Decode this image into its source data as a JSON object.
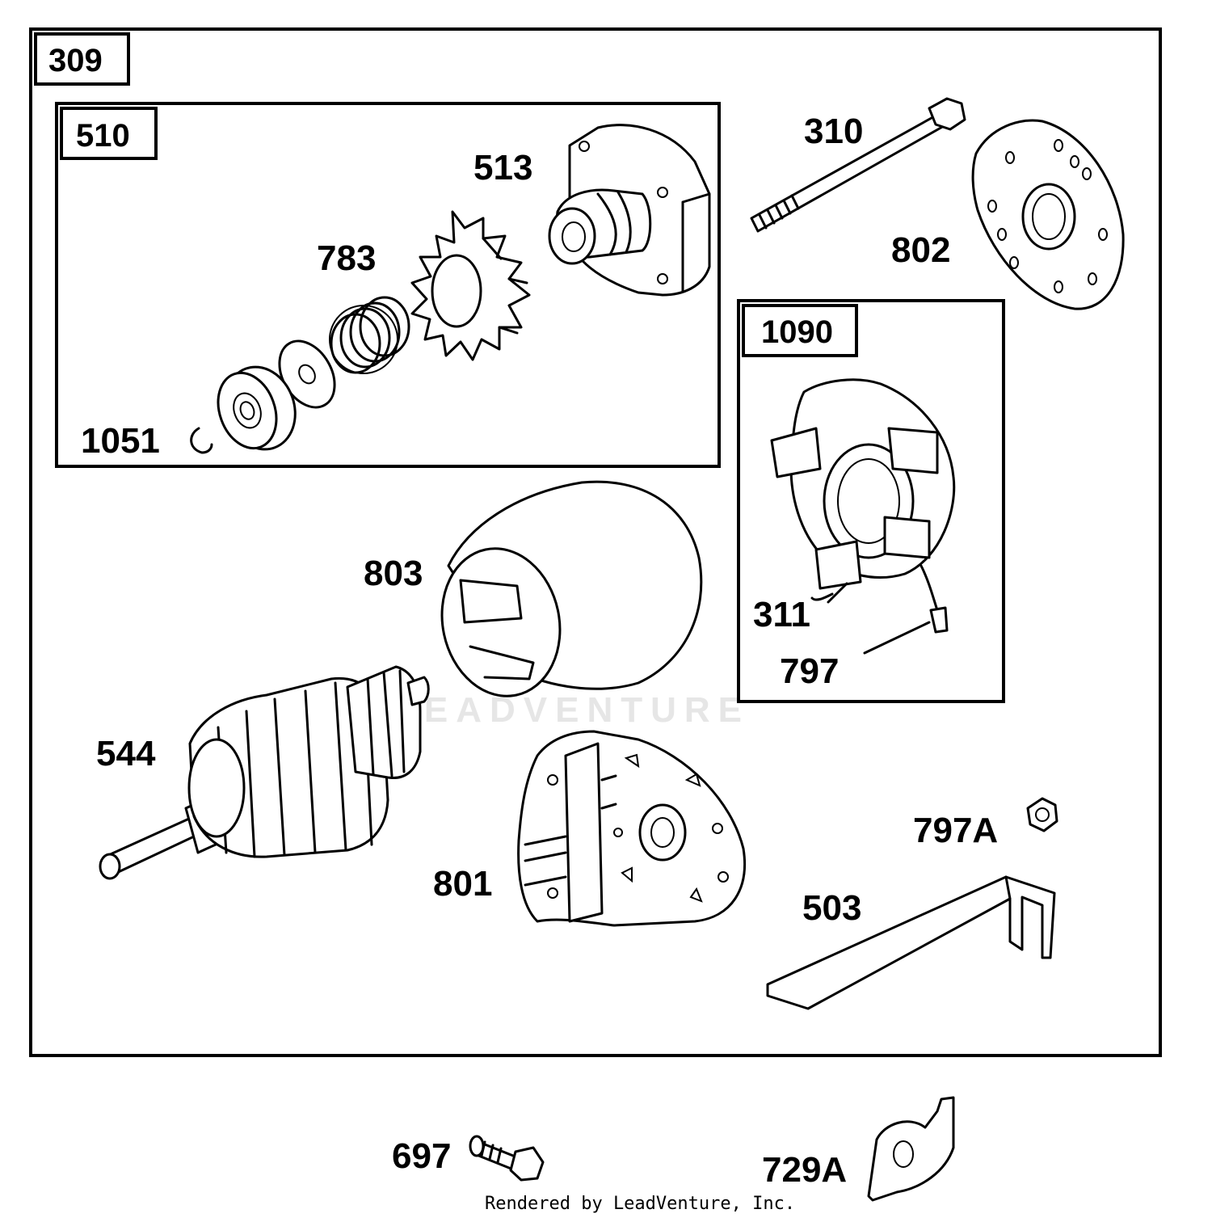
{
  "assembly": {
    "main": "309",
    "drive": "510",
    "brush": "1090"
  },
  "parts": {
    "p513": "513",
    "p783": "783",
    "p1051": "1051",
    "p310": "310",
    "p802": "802",
    "p803": "803",
    "p311": "311",
    "p797": "797",
    "p544": "544",
    "p801": "801",
    "p797a": "797A",
    "p503": "503",
    "p697": "697",
    "p729a": "729A"
  },
  "watermark": "LEADVENTURE",
  "footer": "Rendered by LeadVenture, Inc."
}
